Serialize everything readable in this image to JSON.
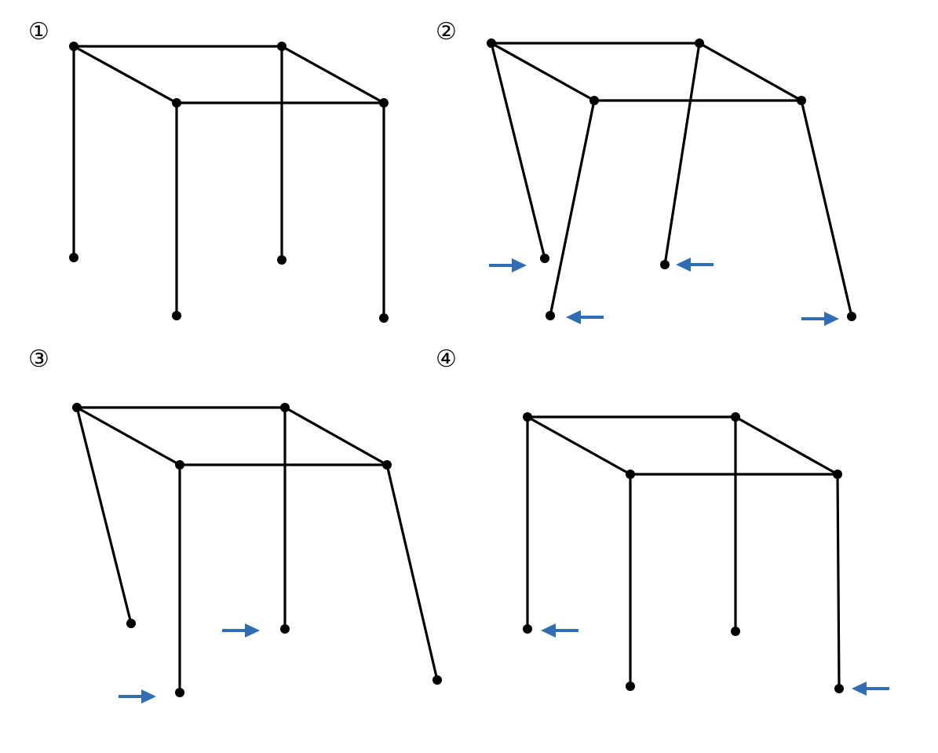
{
  "figure": {
    "colors": {
      "frame": "#000000",
      "arrow": "#2f6eb5",
      "background": "#ffffff"
    },
    "panels": [
      {
        "id": "panel-1",
        "label": "①",
        "arrows": []
      },
      {
        "id": "panel-2",
        "label": "②",
        "arrows": [
          "right",
          "left",
          "left",
          "right"
        ]
      },
      {
        "id": "panel-3",
        "label": "③",
        "arrows": [
          "right",
          "right"
        ]
      },
      {
        "id": "panel-4",
        "label": "④",
        "arrows": [
          "left",
          "left"
        ]
      }
    ]
  }
}
